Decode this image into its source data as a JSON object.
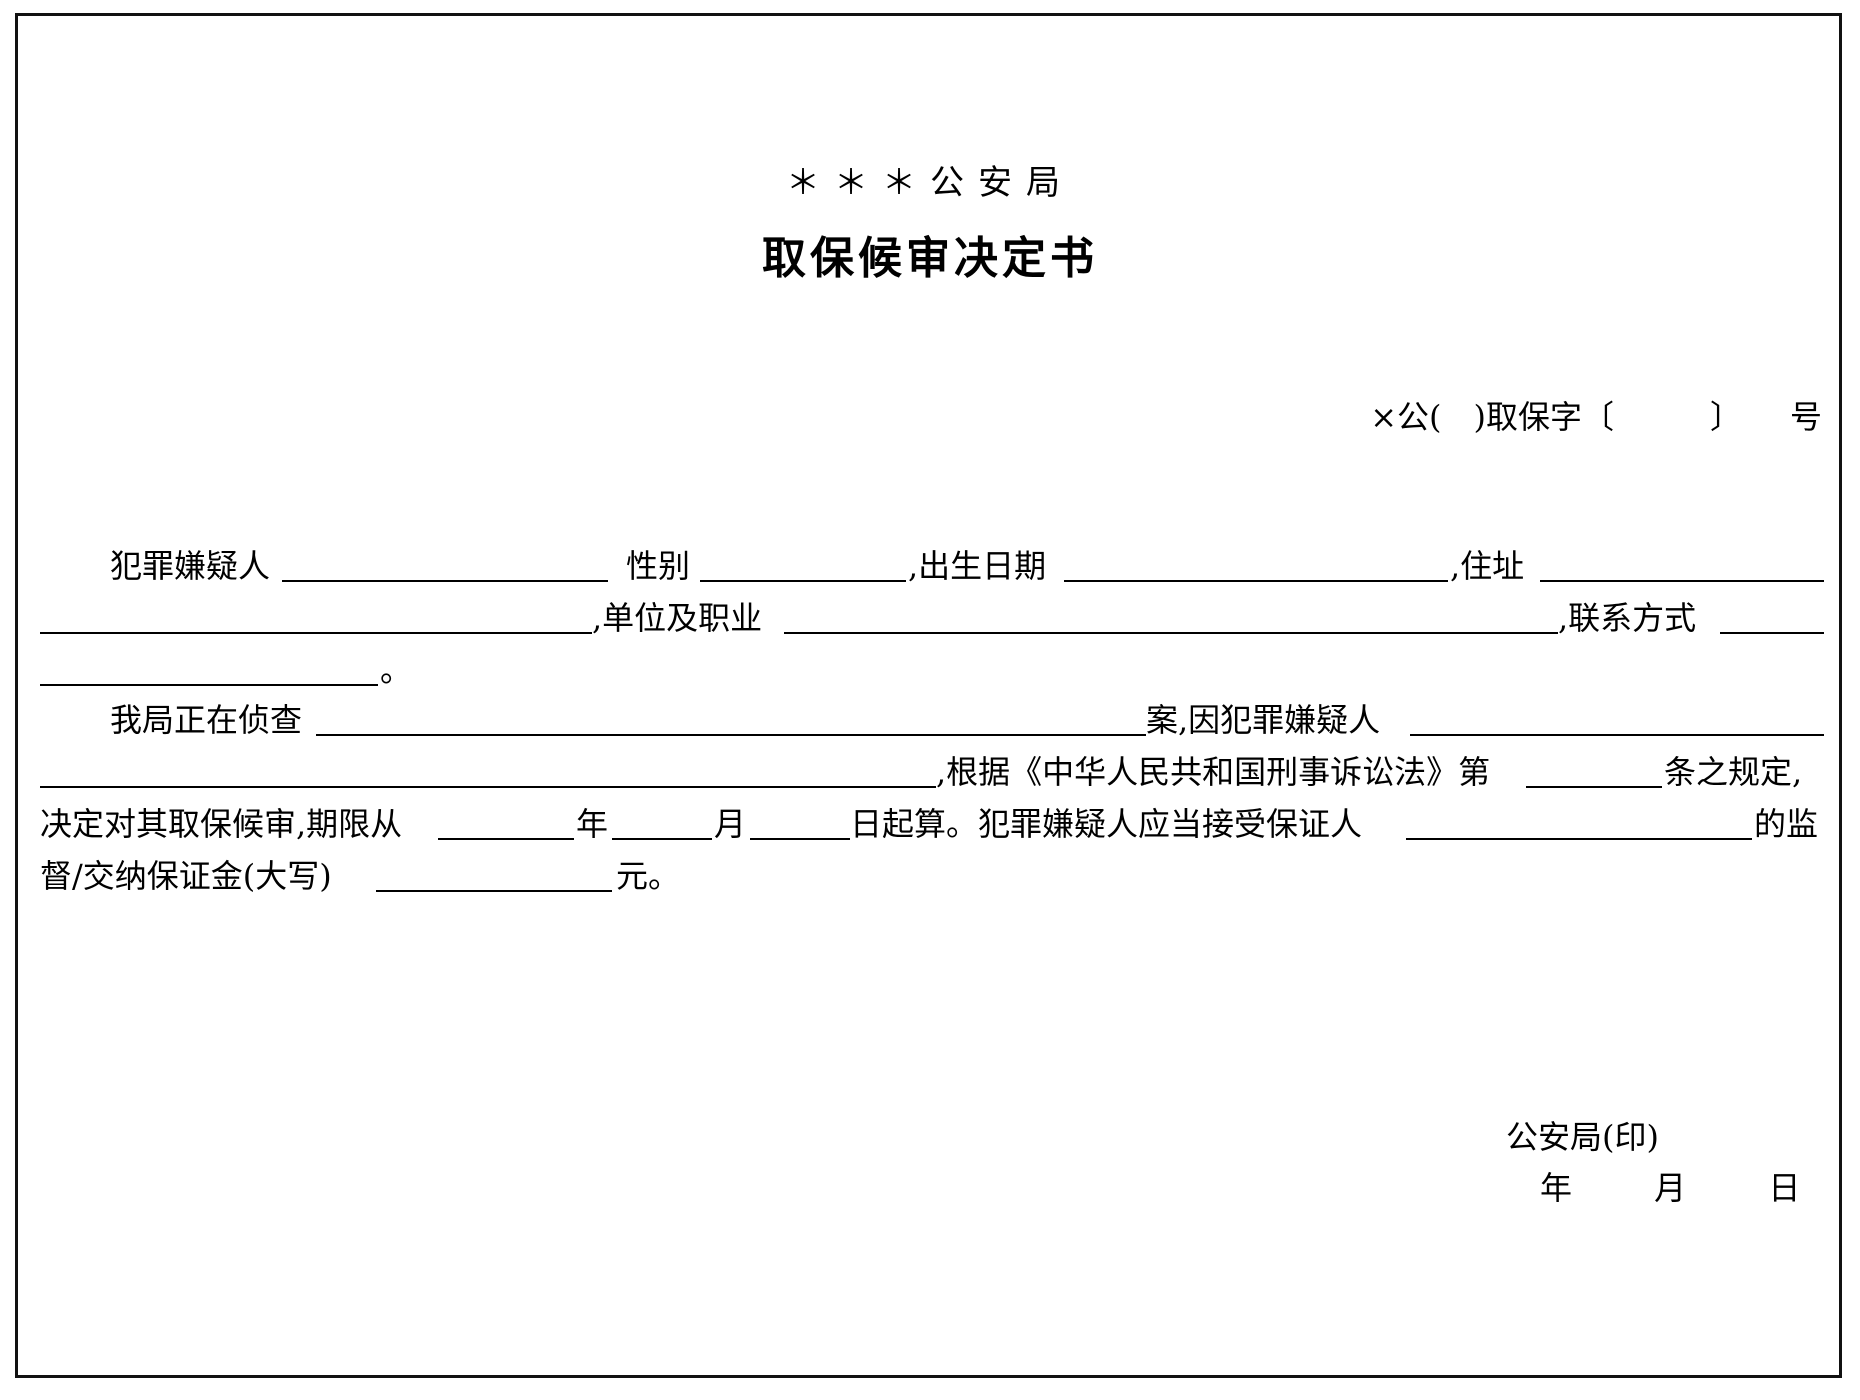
{
  "header": {
    "agency": "＊＊＊公安局",
    "title": "取保候审决定书",
    "doc_number": "×公(　)取保字〔　　　〕　　号"
  },
  "body": {
    "l1_a": "犯罪嫌疑人",
    "l1_b": "性别",
    "l1_c": ",出生日期",
    "l1_d": ",住址",
    "l2_a": ",单位及职业",
    "l2_b": ",联系方式",
    "l3_a": "。",
    "l4_a": "我局正在侦查",
    "l4_b": "案,因犯罪嫌疑人",
    "l5_a": ",根据《中华人民共和国刑事诉讼法》第",
    "l5_b": "条之规定,",
    "l6_a": "决定对其取保候审,期限从",
    "l6_b": "年",
    "l6_c": "月",
    "l6_d": "日起算。犯罪嫌疑人应当接受保证人",
    "l6_e": "的监",
    "l7_a": "督/交纳保证金(大写)",
    "l7_b": "元。"
  },
  "signature": {
    "issuer": "公安局(印)",
    "year": "年",
    "month": "月",
    "day": "日"
  }
}
